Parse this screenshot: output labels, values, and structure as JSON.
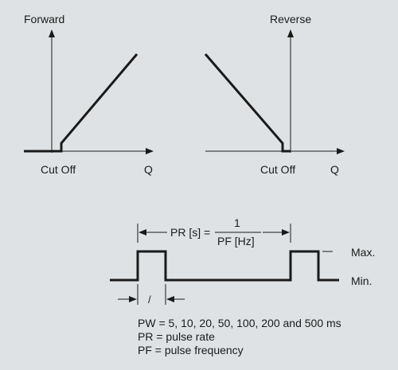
{
  "graphs": {
    "forward": {
      "title": "Forward",
      "cutoff_label": "Cut Off",
      "axis_label": "Q"
    },
    "reverse": {
      "title": "Reverse",
      "cutoff_label": "Cut Off",
      "axis_label": "Q"
    }
  },
  "pulse": {
    "pr_formula_left": "PR [s] =",
    "pr_numerator": "1",
    "pr_denominator": "PF [Hz]",
    "max_label": "Max.",
    "min_label": "Min.",
    "pw_marker": "/"
  },
  "legend": {
    "pw": "PW = 5, 10, 20, 50, 100, 200 and 500 ms",
    "pr": "PR = pulse rate",
    "pf": "PF = pulse frequency"
  },
  "colors": {
    "background": "#dfe2e4",
    "line": "#1a1a1a"
  }
}
